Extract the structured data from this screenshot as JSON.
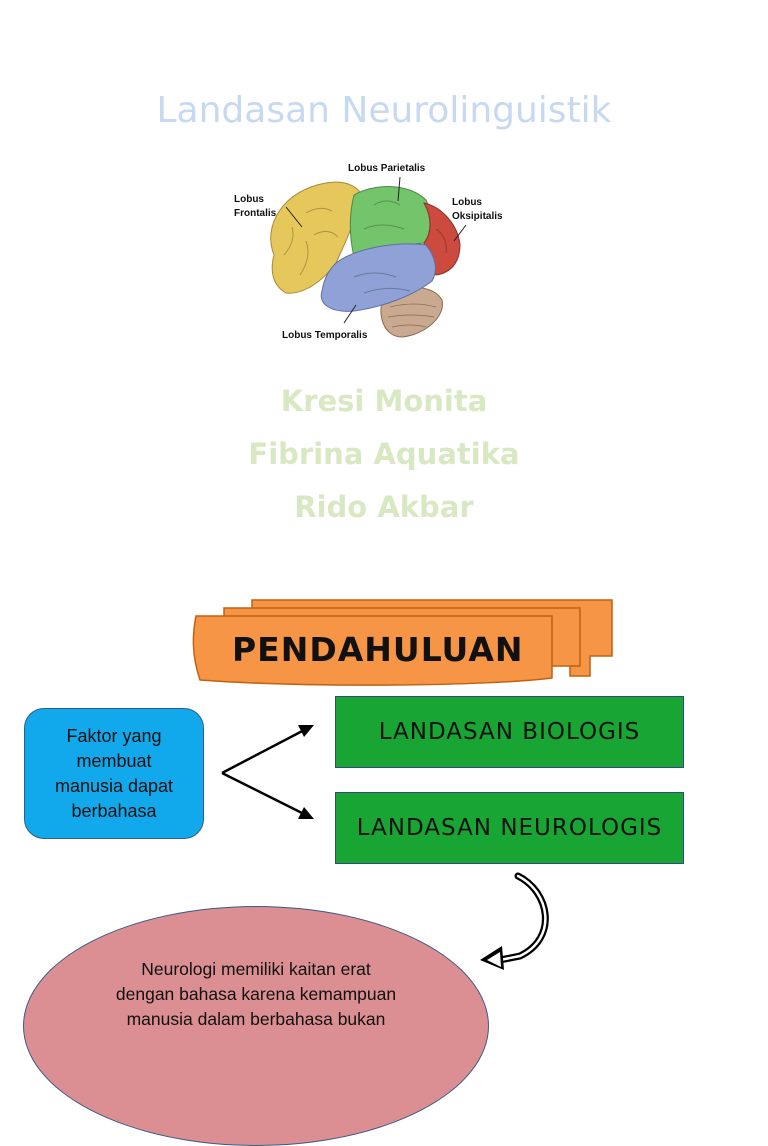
{
  "title": "Landasan Neurolinguistik",
  "brain_labels": {
    "parietalis": "Lobus Parietalis",
    "frontalis_1": "Lobus",
    "frontalis_2": "Frontalis",
    "oksipitalis_1": "Lobus",
    "oksipitalis_2": "Oksipitalis",
    "temporalis": "Lobus Temporalis"
  },
  "authors": [
    "Kresi Monita",
    "Fibrina Aquatika",
    "Rido Akbar"
  ],
  "banner": {
    "label": "PENDAHULUAN"
  },
  "factor_box": {
    "lines": [
      "Faktor yang",
      "membuat",
      "manusia dapat",
      "berbahasa"
    ]
  },
  "green_boxes": [
    "LANDASAN BIOLOGIS",
    "LANDASAN NEUROLOGIS"
  ],
  "ellipse": {
    "lines": [
      "Neurologi memiliki kaitan erat",
      "dengan bahasa karena kemampuan",
      "manusia dalam berbahasa bukan"
    ]
  },
  "colors": {
    "title": "#c6d9f0",
    "authors": "#d8e8c2",
    "banner": "#f79546",
    "factor_box": "#11a9ec",
    "green_box": "#18a534",
    "ellipse": "#dc8f92"
  },
  "icons": [
    "brain-diagram-image",
    "double-arrow-icon",
    "curved-arrow-icon"
  ]
}
